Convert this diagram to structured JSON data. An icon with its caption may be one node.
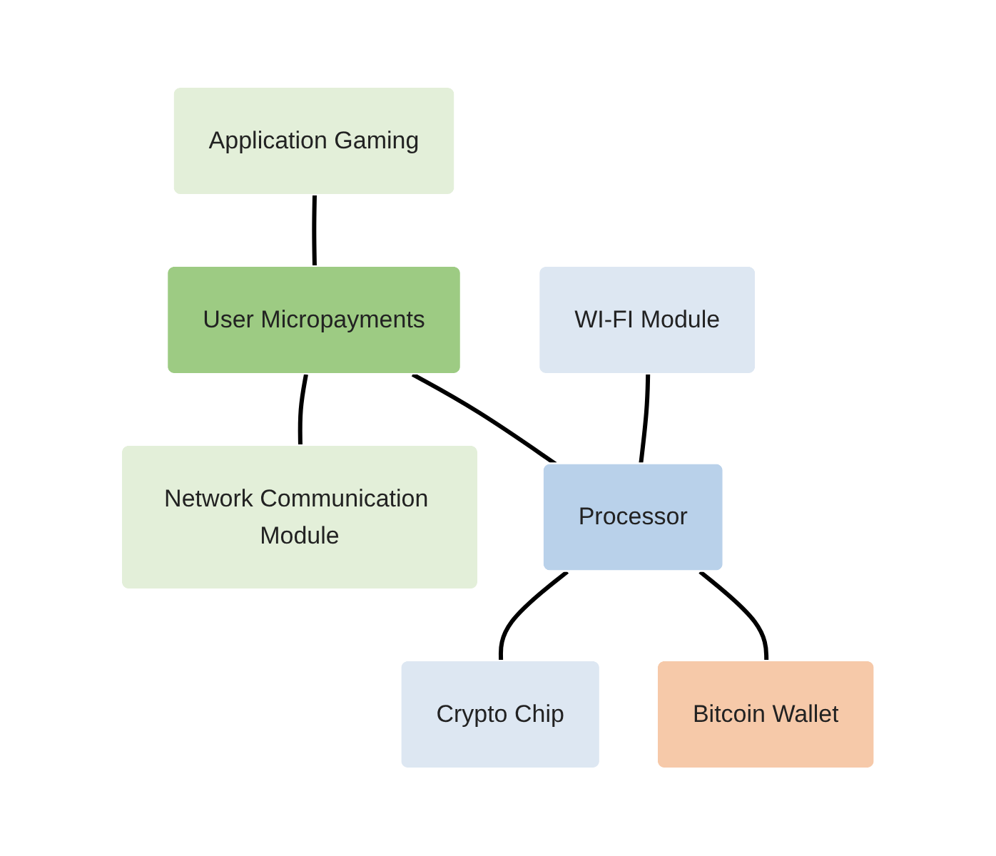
{
  "diagram": {
    "nodes": [
      {
        "text": [
          "Application Gaming"
        ]
      },
      {
        "text": [
          "User Micropayments"
        ]
      },
      {
        "text": [
          "Network Communication Module"
        ]
      },
      {
        "text": [
          "WI-FI Module"
        ]
      },
      {
        "text": [
          "Processor"
        ]
      },
      {
        "text": [
          "Crypto Chip"
        ]
      },
      {
        "text": [
          "Bitcoin Wallet"
        ]
      }
    ],
    "edges": [
      {
        "from": 0,
        "to": 1,
        "arrow": "none"
      },
      {
        "from": 1,
        "to": 2,
        "arrow": "none"
      },
      {
        "from": 1,
        "to": 4,
        "arrow": "none"
      },
      {
        "from": 3,
        "to": 4,
        "arrow": "none"
      },
      {
        "from": 4,
        "to": 5,
        "arrow": "none"
      },
      {
        "from": 4,
        "to": 6,
        "arrow": "none"
      }
    ]
  }
}
